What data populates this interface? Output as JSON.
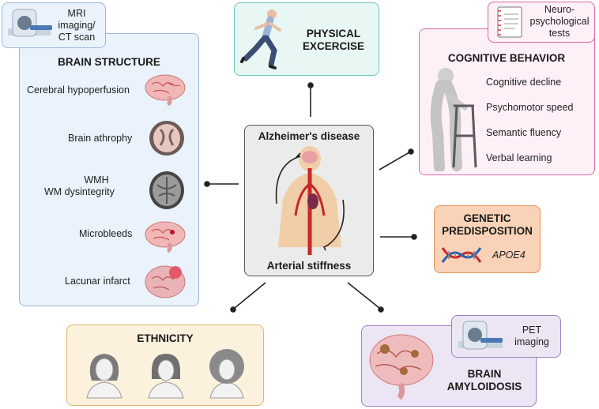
{
  "center": {
    "top_label": "Alzheimer's disease",
    "bottom_label": "Arterial stiffness"
  },
  "brain_structure": {
    "title": "BRAIN STRUCTURE",
    "imaging_label_1": "MRI",
    "imaging_label_2": "imaging/",
    "imaging_label_3": "CT scan",
    "items": [
      {
        "label": "Cerebral hypoperfusion"
      },
      {
        "label": "Brain athrophy"
      },
      {
        "label_1": "WMH",
        "label_2": "WM dysintegrity"
      },
      {
        "label": "Microbleeds"
      },
      {
        "label": "Lacunar infarct"
      }
    ]
  },
  "physical": {
    "title_1": "PHYSICAL",
    "title_2": "EXCERCISE"
  },
  "cognitive": {
    "title": "COGNITIVE BEHAVIOR",
    "tests_label_1": "Neuro-",
    "tests_label_2": "psychological",
    "tests_label_3": "tests",
    "items": [
      "Cognitive decline",
      "Psychomotor speed",
      "Semantic fluency",
      "Verbal learning"
    ]
  },
  "genetic": {
    "title_1": "GENETIC",
    "title_2": "PREDISPOSITION",
    "gene": "APOE4"
  },
  "ethnicity": {
    "title": "ETHNICITY"
  },
  "amyloid": {
    "title_1": "BRAIN",
    "title_2": "AMYLOIDOSIS",
    "pet_label_1": "PET",
    "pet_label_2": "imaging"
  },
  "colors": {
    "brain_structure_bg": "#eaf2fb",
    "brain_structure_border": "#9bb7d9",
    "physical_bg": "#e9f7f4",
    "physical_border": "#6fc6b8",
    "cognitive_bg": "#fdf0f6",
    "cognitive_border": "#d76aa8",
    "genetic_bg": "#f9d2b7",
    "genetic_border": "#e4935a",
    "ethnicity_bg": "#fcf1dd",
    "ethnicity_border": "#e3b66c",
    "amyloid_bg": "#ece5f3",
    "amyloid_border": "#9d82c0",
    "center_bg": "#ebebeb",
    "center_border": "#555555"
  }
}
